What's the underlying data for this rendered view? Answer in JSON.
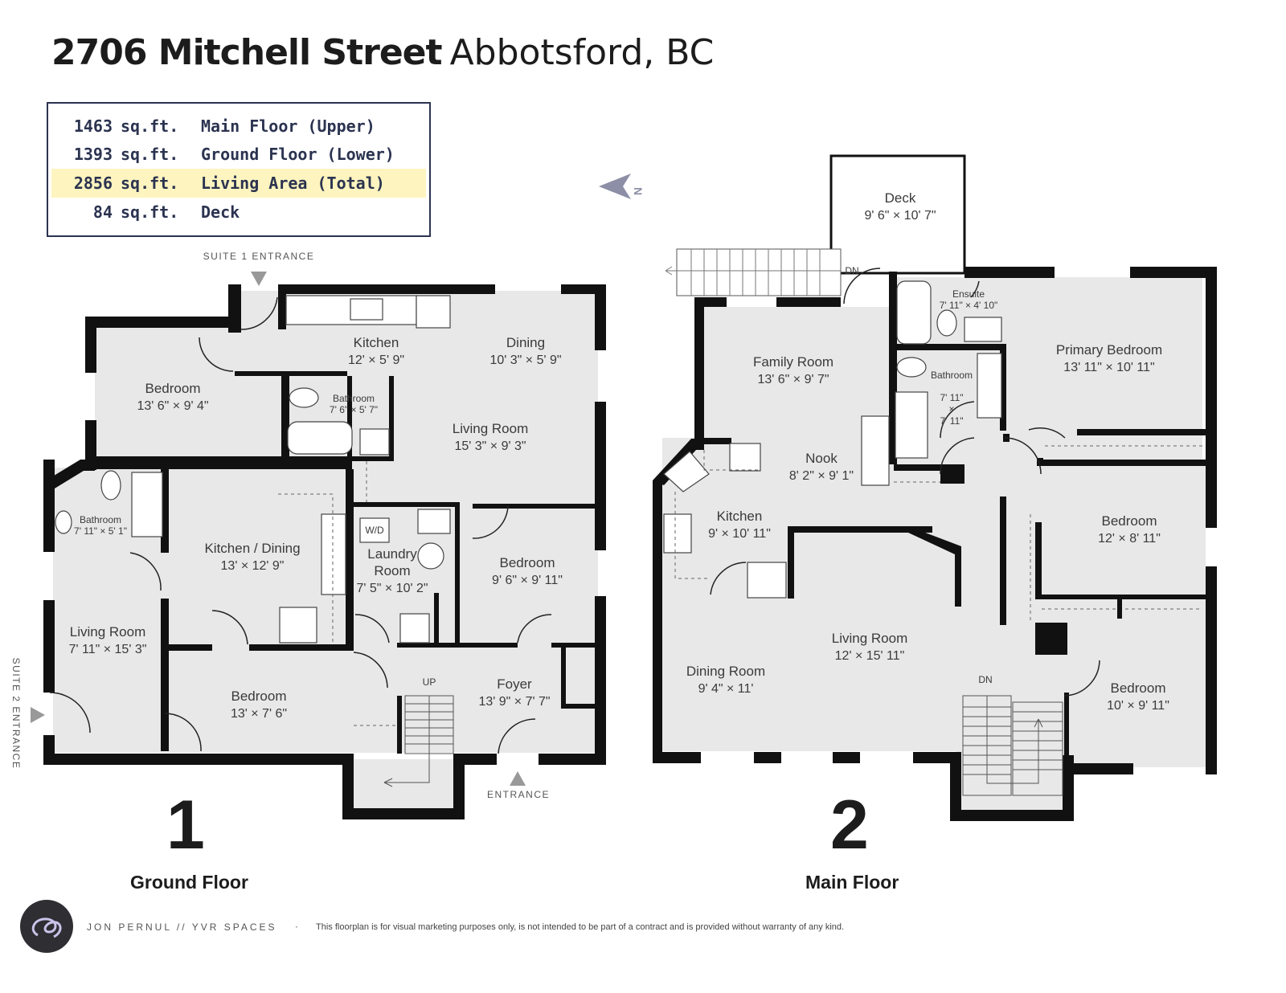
{
  "header": {
    "street": "2706 Mitchell Street",
    "city": "Abbotsford, BC"
  },
  "summary": [
    {
      "value": "1463",
      "unit": "sq.ft.",
      "label": "Main Floor (Upper)"
    },
    {
      "value": "1393",
      "unit": "sq.ft.",
      "label": "Ground Floor (Lower)"
    },
    {
      "value": "2856",
      "unit": "sq.ft.",
      "label": "Living Area (Total)",
      "highlight": true
    },
    {
      "value": "84",
      "unit": "sq.ft.",
      "label": "Deck"
    }
  ],
  "compass": "N",
  "ground_floor": {
    "number": "1",
    "name": "Ground Floor",
    "entrances": {
      "suite1": "SUITE 1 ENTRANCE",
      "suite2": "SUITE 2 ENTRANCE",
      "main": "ENTRANCE"
    },
    "stairs_label": "UP",
    "rooms": {
      "kitchen_a": {
        "name": "Kitchen",
        "dims": "12' × 5' 9\""
      },
      "dining": {
        "name": "Dining",
        "dims": "10' 3\" × 5' 9\""
      },
      "bedroom_a": {
        "name": "Bedroom",
        "dims": "13' 6\" × 9' 4\""
      },
      "bathroom_a": {
        "name": "Bathroom",
        "dims": "7' 6\" × 5' 7\""
      },
      "living_a": {
        "name": "Living Room",
        "dims": "15' 3\" × 9' 3\""
      },
      "bathroom_b": {
        "name": "Bathroom",
        "dims": "7' 11\" × 5' 1\""
      },
      "kitchen_dining": {
        "name": "Kitchen / Dining",
        "dims": "13' × 12' 9\""
      },
      "laundry": {
        "name": "Laundry",
        "name2": "Room",
        "dims": "7' 5\" × 10' 2\"",
        "appliance": "W/D"
      },
      "bedroom_b": {
        "name": "Bedroom",
        "dims": "9' 6\" × 9' 11\""
      },
      "living_b": {
        "name": "Living Room",
        "dims": "7' 11\" × 15' 3\""
      },
      "bedroom_c": {
        "name": "Bedroom",
        "dims": "13' × 7' 6\""
      },
      "foyer": {
        "name": "Foyer",
        "dims": "13' 9\" × 7' 7\""
      }
    }
  },
  "main_floor": {
    "number": "2",
    "name": "Main Floor",
    "stairs_label_top": "DN",
    "stairs_label_bottom": "DN",
    "rooms": {
      "deck": {
        "name": "Deck",
        "dims": "9' 6\" × 10' 7\""
      },
      "ensuite": {
        "name": "Ensuite",
        "dims": "7' 11\" × 4' 10\""
      },
      "family": {
        "name": "Family Room",
        "dims": "13' 6\" × 9' 7\""
      },
      "primary": {
        "name": "Primary Bedroom",
        "dims": "13' 11\" × 10' 11\""
      },
      "bathroom": {
        "name": "Bathroom",
        "d1": "7' 11\"",
        "d2": "×",
        "d3": "7' 11\""
      },
      "nook": {
        "name": "Nook",
        "dims": "8' 2\" × 9' 1\""
      },
      "kitchen": {
        "name": "Kitchen",
        "dims": "9' × 10' 11\""
      },
      "bedroom_a": {
        "name": "Bedroom",
        "dims": "12' × 8' 11\""
      },
      "living": {
        "name": "Living Room",
        "dims": "12' × 15' 11\""
      },
      "dining": {
        "name": "Dining Room",
        "dims": "9' 4\" × 11'"
      },
      "bedroom_b": {
        "name": "Bedroom",
        "dims": "10' × 9' 11\""
      }
    }
  },
  "footer": {
    "credit": "JON PERNUL // YVR SPACES",
    "separator": "·",
    "disclaimer": "This floorplan is for visual marketing purposes only, is not intended to be part of a contract and is provided without warranty of any kind."
  }
}
